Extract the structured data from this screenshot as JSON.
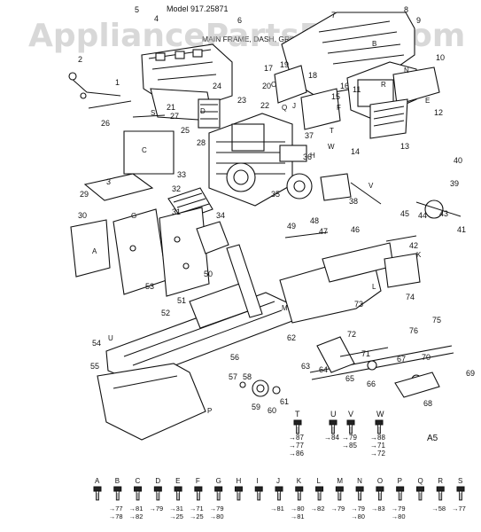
{
  "header": {
    "model": "Model 917.25871",
    "section": "MAIN FRAME, DASH, GRILL"
  },
  "watermark": "AppliancePartsPros.com",
  "sheet_code": "A5",
  "callouts": [
    "1",
    "2",
    "3",
    "4",
    "5",
    "6",
    "7",
    "8",
    "9",
    "10",
    "11",
    "12",
    "13",
    "14",
    "15",
    "16",
    "17",
    "18",
    "19",
    "20",
    "21",
    "22",
    "23",
    "24",
    "25",
    "26",
    "27",
    "28",
    "29",
    "30",
    "31",
    "32",
    "33",
    "34",
    "35",
    "36",
    "37",
    "38",
    "39",
    "40",
    "41",
    "42",
    "43",
    "44",
    "45",
    "46",
    "47",
    "48",
    "49",
    "50",
    "51",
    "52",
    "53",
    "54",
    "55",
    "56",
    "57",
    "58",
    "59",
    "60",
    "61",
    "62",
    "63",
    "64",
    "65",
    "66",
    "67",
    "68",
    "69",
    "70",
    "71",
    "72",
    "73",
    "74",
    "75",
    "76"
  ],
  "part_letters": [
    "A",
    "B",
    "C",
    "D",
    "E",
    "F",
    "G",
    "H",
    "J",
    "K",
    "L",
    "M",
    "N",
    "O",
    "P",
    "Q",
    "R",
    "S",
    "T",
    "U",
    "V",
    "W"
  ],
  "hardware_legend_top": [
    {
      "letter": "T",
      "notes": [
        "87",
        "77",
        "86"
      ]
    },
    {
      "letter": "U",
      "notes": [
        "84"
      ]
    },
    {
      "letter": "V",
      "notes": [
        "79",
        "85"
      ]
    },
    {
      "letter": "W",
      "notes": [
        "88",
        "71",
        "72"
      ]
    }
  ],
  "hardware_legend_bottom": [
    {
      "letter": "A",
      "notes": []
    },
    {
      "letter": "B",
      "notes": [
        "77",
        "78"
      ]
    },
    {
      "letter": "C",
      "notes": [
        "81",
        "82"
      ]
    },
    {
      "letter": "D",
      "notes": [
        "79"
      ]
    },
    {
      "letter": "E",
      "notes": [
        "31",
        "25"
      ]
    },
    {
      "letter": "F",
      "notes": [
        "71",
        "25"
      ]
    },
    {
      "letter": "G",
      "notes": [
        "79",
        "80"
      ]
    },
    {
      "letter": "H",
      "notes": []
    },
    {
      "letter": "I",
      "notes": []
    },
    {
      "letter": "J",
      "notes": [
        "81"
      ]
    },
    {
      "letter": "K",
      "notes": [
        "80",
        "81"
      ]
    },
    {
      "letter": "L",
      "notes": [
        "82"
      ]
    },
    {
      "letter": "M",
      "notes": [
        "79"
      ]
    },
    {
      "letter": "N",
      "notes": [
        "79",
        "80"
      ]
    },
    {
      "letter": "O",
      "notes": [
        "83"
      ]
    },
    {
      "letter": "P",
      "notes": [
        "79",
        "80"
      ]
    },
    {
      "letter": "Q",
      "notes": []
    },
    {
      "letter": "R",
      "notes": [
        "58"
      ]
    },
    {
      "letter": "S",
      "notes": [
        "77"
      ]
    }
  ]
}
